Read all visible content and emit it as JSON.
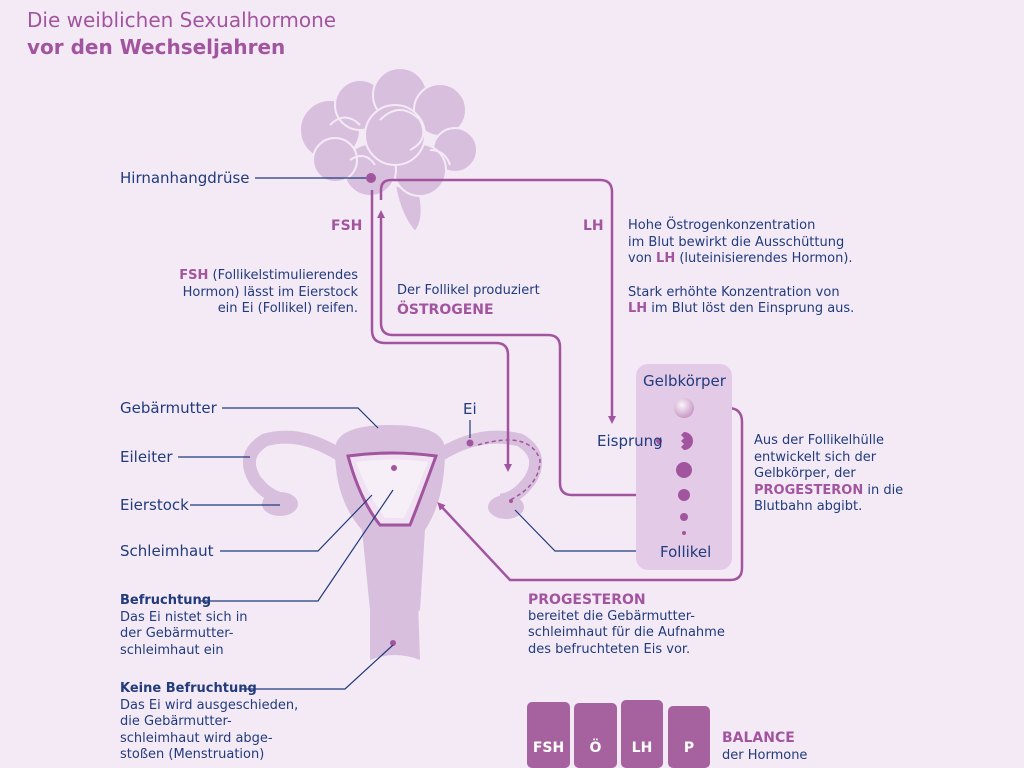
{
  "title": {
    "line1": "Die weiblichen Sexualhormone",
    "line2": "vor den Wechseljahren"
  },
  "colors": {
    "background": "#f4eaf6",
    "accent": "#a2559f",
    "text": "#213b7d",
    "organ": "#d9bfde"
  },
  "labels": {
    "hirnanhangdruese": "Hirnanhangdrüse",
    "fsh": "FSH",
    "lh": "LH",
    "gebaermutter": "Gebärmutter",
    "eileiter": "Eileiter",
    "eierstock": "Eierstock",
    "schleimhaut": "Schleimhaut",
    "ei": "Ei",
    "eisprung": "Eisprung",
    "gelbkoerper": "Gelbkörper",
    "follikel": "Follikel"
  },
  "fsh_text": {
    "abbr": "FSH",
    "line1_rest": " (Follikelstimulierendes",
    "line2": "Hormon) lässt im Eierstock",
    "line3": "ein Ei (Follikel) reifen."
  },
  "oestrogen_text": {
    "line1": "Der Follikel produziert",
    "line2": "ÖSTROGENE"
  },
  "lh_text": {
    "line1": "Hohe Östrogenkonzentration",
    "line2": "im Blut bewirkt die Ausschüttung",
    "line3_pre": "von ",
    "line3_abbr": "LH",
    "line3_post": " (luteinisierendes Hormon).",
    "line4": "Stark erhöhte Konzentration von",
    "line5_abbr": "LH",
    "line5_post": " im Blut löst den Einsprung aus."
  },
  "gelb_text": {
    "line1": "Aus der Follikelhülle",
    "line2": "entwickelt sich der",
    "line3": "Gelbkörper, der",
    "line4_hl": "PROGESTERON",
    "line4_post": " in die",
    "line5": "Blutbahn abgibt."
  },
  "progesteron_text": {
    "title": "PROGESTERON",
    "line1": "bereitet die Gebärmutter-",
    "line2": "schleimhaut für die Aufnahme",
    "line3": "des befruchteten Eis vor."
  },
  "befruchtung": {
    "title": "Befruchtung",
    "line1": "Das Ei nistet sich in",
    "line2": "der Gebärmutter-",
    "line3": "schleimhaut ein"
  },
  "keine_befruchtung": {
    "title": "Keine Befruchtung",
    "line1": "Das Ei wird ausgeschieden,",
    "line2": "die Gebärmutter-",
    "line3": "schleimhaut wird abge-",
    "line4": "stoßen (Menstruation)"
  },
  "balance": {
    "bars": [
      "FSH",
      "Ö",
      "LH",
      "P"
    ],
    "title": "BALANCE",
    "subtitle": "der Hormone"
  }
}
